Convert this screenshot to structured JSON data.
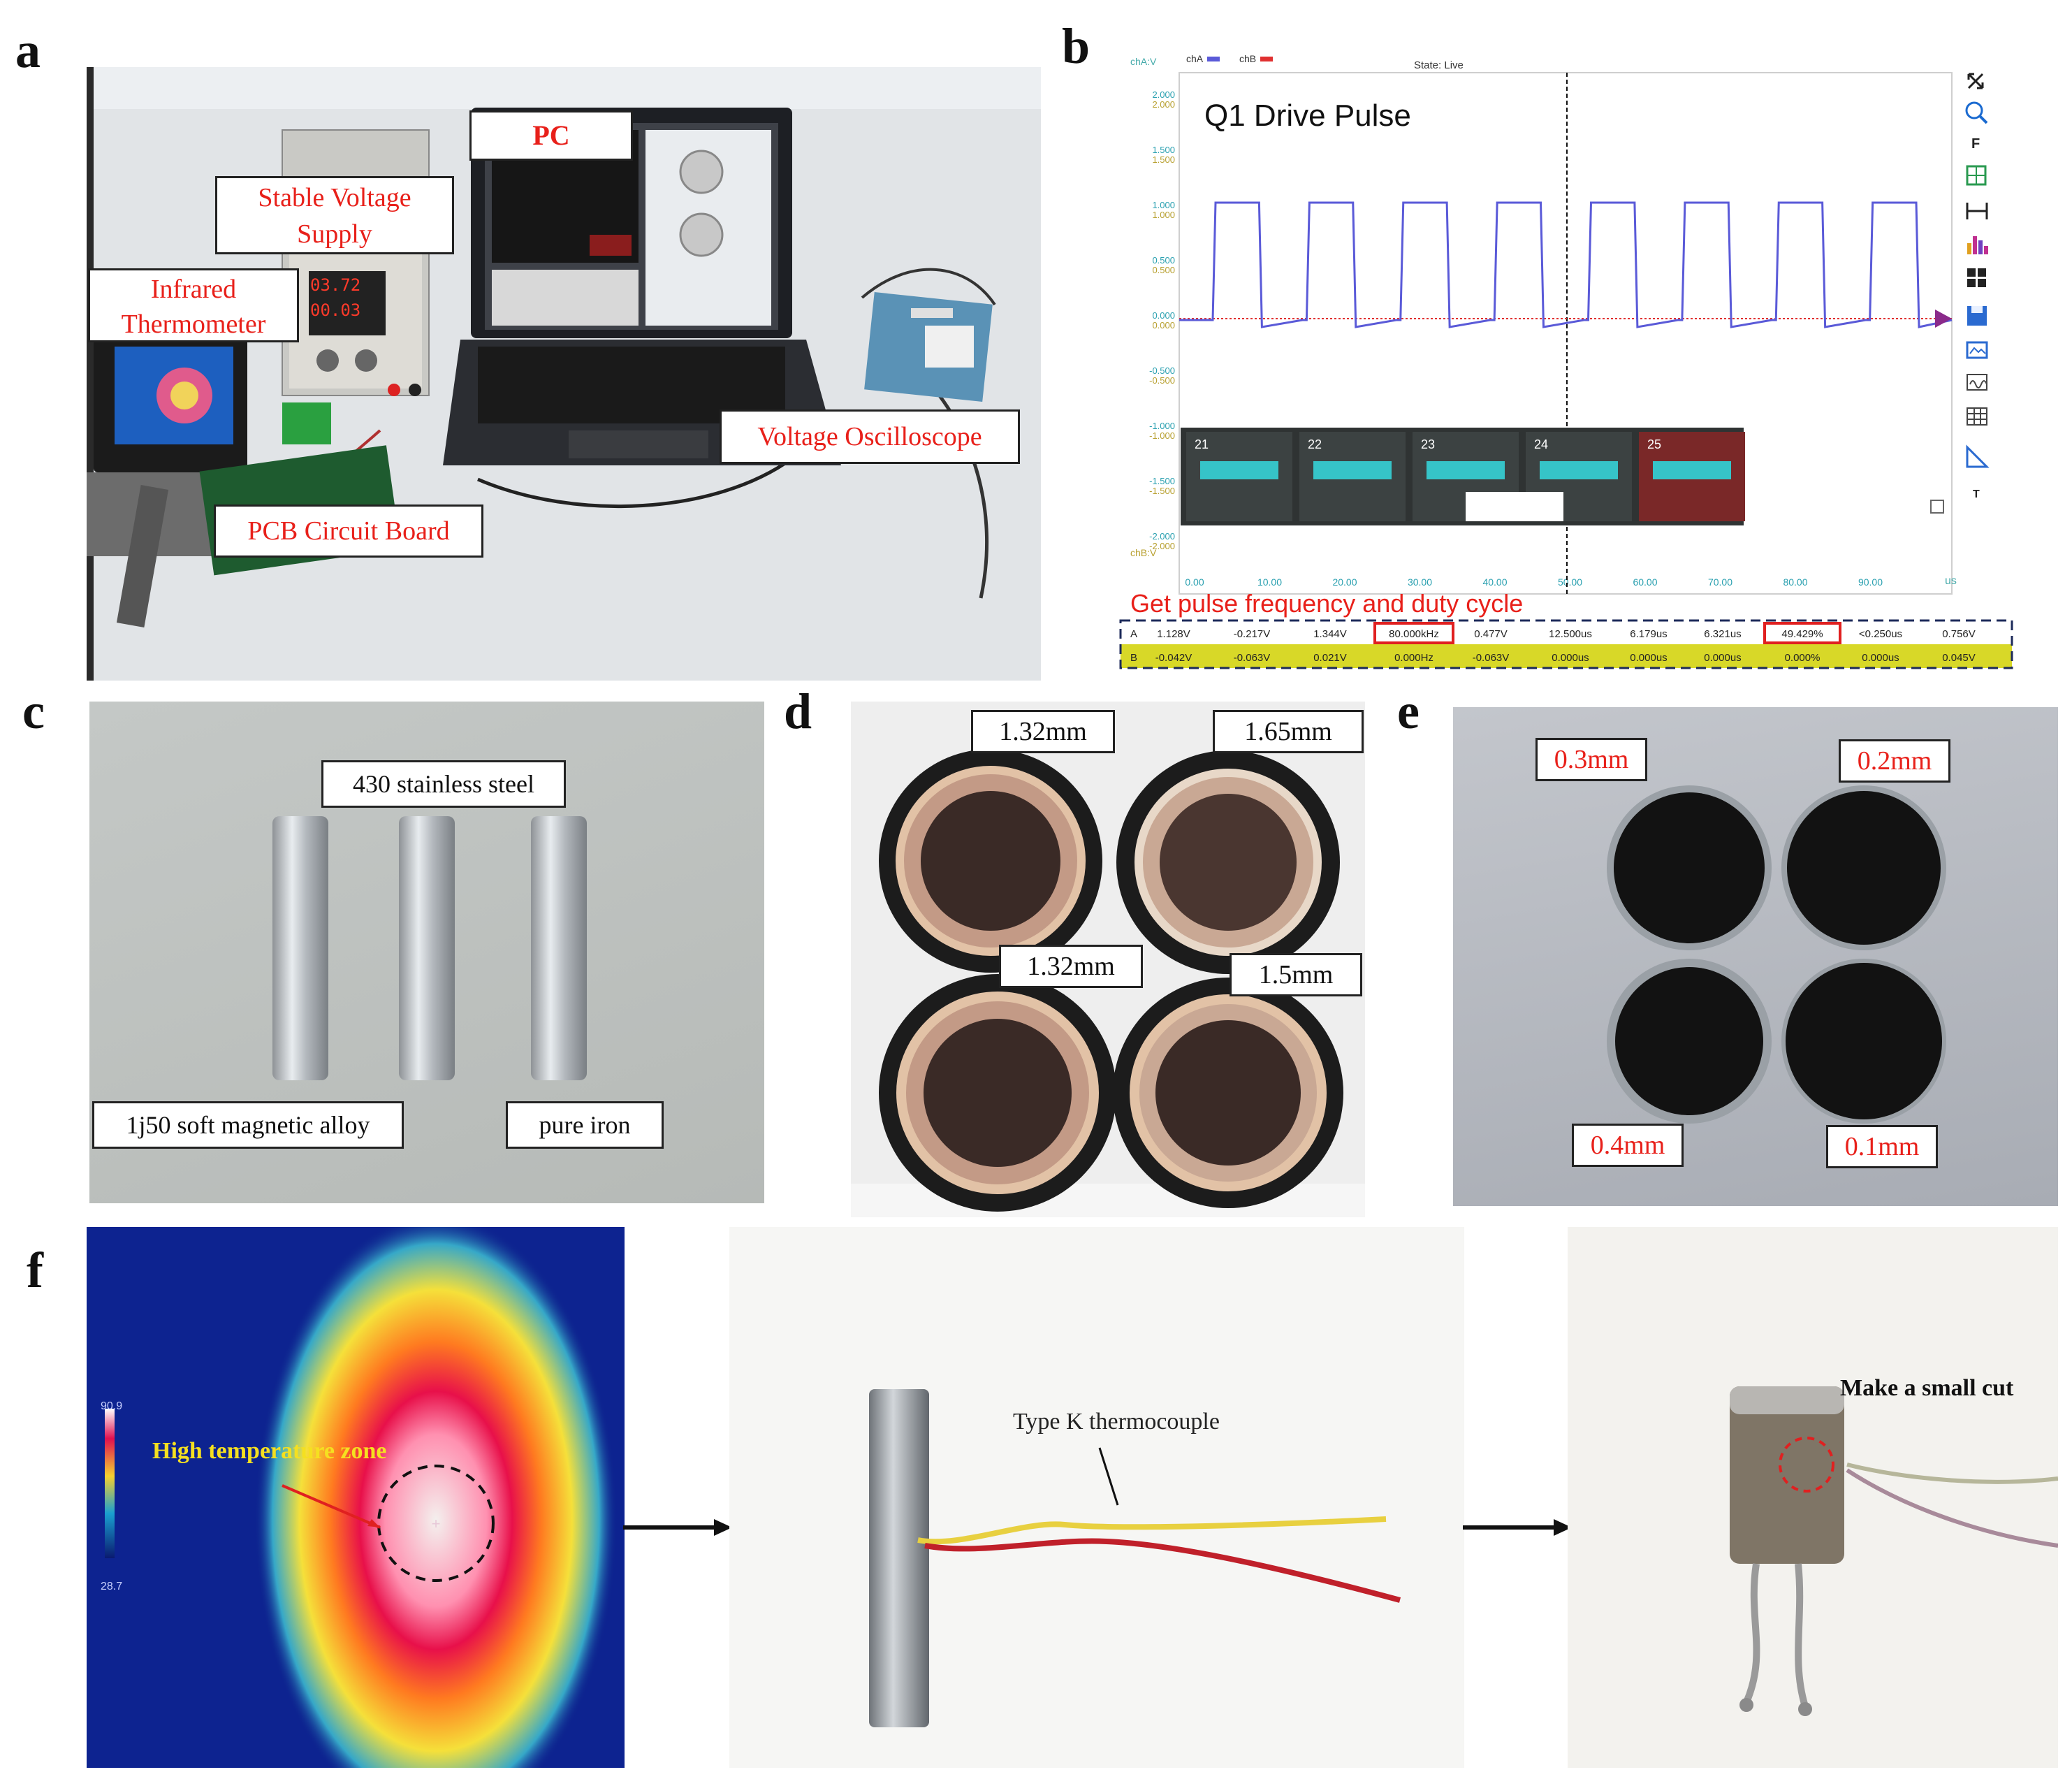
{
  "panels": {
    "a": "a",
    "b": "b",
    "c": "c",
    "d": "d",
    "e": "e",
    "f": "f"
  },
  "a": {
    "labels": {
      "pc": "PC",
      "supply_line1": "Stable Voltage",
      "supply_line2": "Supply",
      "thermo_line1": "Infrared",
      "thermo_line2": "Thermometer",
      "scope": "Voltage Oscilloscope",
      "pcb": "PCB Circuit Board"
    },
    "supply_display": [
      "03.72",
      "00.03"
    ]
  },
  "b": {
    "title": "Q1 Drive Pulse",
    "top_bar": {
      "cha": "chA",
      "chb": "chB",
      "state": "State: Live",
      "ylabel": "chA:V",
      "ylabel_bottom": "chB:V"
    },
    "y_ticks": [
      "2.000",
      "1.500",
      "1.000",
      "0.500",
      "0.000",
      "-0.500",
      "-1.000",
      "-1.500",
      "-2.000"
    ],
    "x_ticks": [
      "0.00",
      "10.00",
      "20.00",
      "30.00",
      "40.00",
      "50.00",
      "60.00",
      "70.00",
      "80.00",
      "90.00"
    ],
    "x_unit": "us",
    "thumb_labels": [
      "21",
      "22",
      "23",
      "24",
      "25"
    ],
    "caption": "Get pulse frequency and duty cycle",
    "row_a": [
      "A",
      "1.128V",
      "-0.217V",
      "1.344V",
      "80.000kHz",
      "0.477V",
      "12.500us",
      "6.179us",
      "6.321us",
      "49.429%",
      "<0.250us",
      "0.756V"
    ],
    "row_b": [
      "B",
      "-0.042V",
      "-0.063V",
      "0.021V",
      "0.000Hz",
      "-0.063V",
      "0.000us",
      "0.000us",
      "0.000us",
      "0.000%",
      "0.000us",
      "0.045V"
    ],
    "toolbar_letters": [
      "F",
      "T"
    ],
    "colors": {
      "cha": "#5a5ad8",
      "chb": "#e03030",
      "highlight": "#d8d828",
      "thumb": "#36c4c8",
      "thumb_selected": "#7a2828"
    }
  },
  "c": {
    "labels": {
      "steel": "430 stainless steel",
      "alloy": "1j50 soft magnetic alloy",
      "iron": "pure iron"
    }
  },
  "d": {
    "labels": [
      "1.32mm",
      "1.65mm",
      "1.32mm",
      "1.5mm"
    ]
  },
  "e": {
    "labels": [
      "0.3mm",
      "0.2mm",
      "0.4mm",
      "0.1mm"
    ]
  },
  "f": {
    "scale_max": "90.9",
    "scale_min": "28.7",
    "zone_label": "High temperature zone",
    "thermocouple_label": "Type K thermocouple",
    "cut_label": "Make a small cut"
  }
}
